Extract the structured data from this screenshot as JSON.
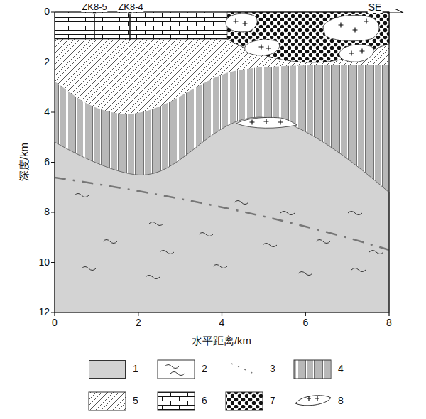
{
  "diagram": {
    "labels": [
      "ZK8-5",
      "ZK8-4",
      "SE",
      "0",
      "2",
      "4",
      "6",
      "8",
      "10",
      "12",
      "0",
      "2",
      "4",
      "6",
      "8",
      "深度/km",
      "水平距离/km"
    ],
    "legend": [
      {
        "text": "1",
        "color": "#d3d3d3"
      },
      {
        "text": "2"
      },
      {
        "text": "3"
      },
      {
        "text": "4"
      },
      {
        "text": "5"
      },
      {
        "text": "6"
      },
      {
        "text": "7"
      },
      {
        "text": "8"
      }
    ]
  }
}
